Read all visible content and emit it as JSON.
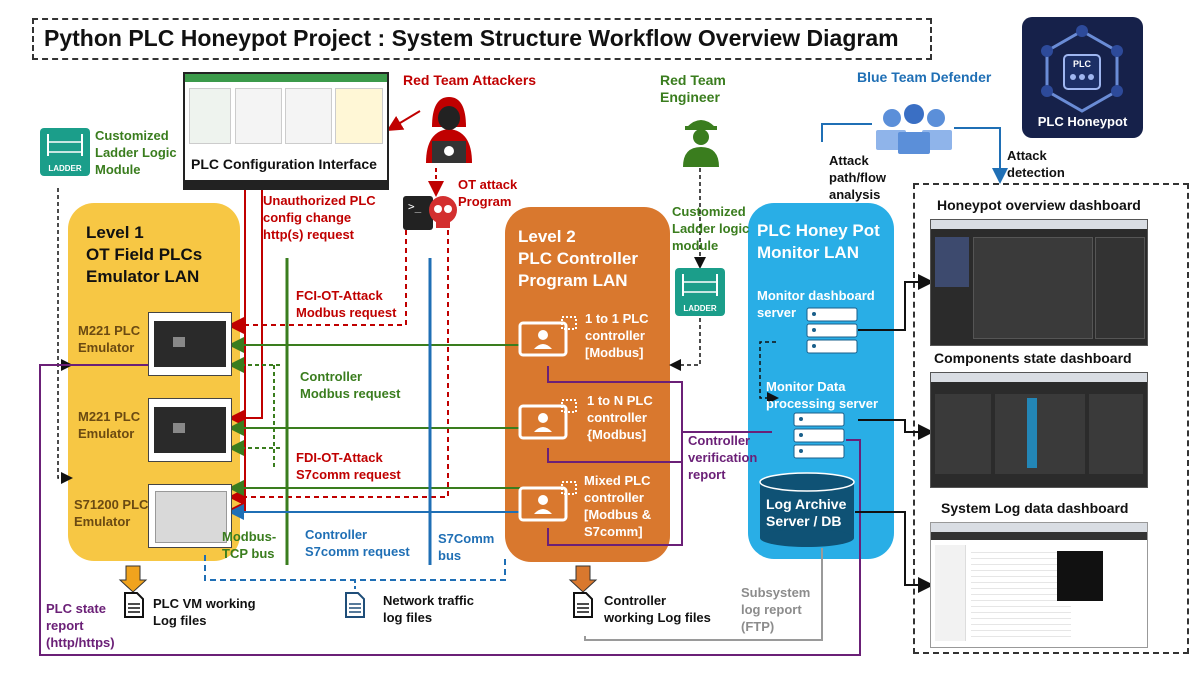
{
  "title": "Python PLC Honeypot Project : System Structure Workflow Overview Diagram",
  "logo": {
    "text": "PLC Honeypot"
  },
  "actors": {
    "red_team_attackers": "Red Team Attackers",
    "red_team_engineer_line1": "Red Team",
    "red_team_engineer_line2": "Engineer",
    "blue_team_defender": "Blue Team Defender"
  },
  "config_interface": {
    "label": "PLC Configuration Interface"
  },
  "ladder_module_left": {
    "line1": "Customized",
    "line2": "Ladder Logic",
    "line3": "Module",
    "icon_text": "LADDER"
  },
  "ladder_module_right": {
    "line1": "Customized",
    "line2": "Ladder logic",
    "line3": "module",
    "icon_text": "LADDER"
  },
  "unauthorized_request": {
    "line1": "Unauthorized PLC",
    "line2": "config change",
    "line3": "http(s) request"
  },
  "ot_attack_program": {
    "line1": "OT attack",
    "line2": "Program"
  },
  "level1": {
    "title_line1": "Level 1",
    "title_line2": "OT Field PLCs",
    "title_line3": "Emulator LAN",
    "plc1": {
      "line1": "M221 PLC",
      "line2": "Emulator"
    },
    "plc2": {
      "line1": "M221 PLC",
      "line2": "Emulator"
    },
    "plc3": {
      "line1": "S71200 PLC",
      "line2": "Emulator"
    }
  },
  "level2": {
    "title_line1": "Level 2",
    "title_line2": "PLC Controller",
    "title_line3": "Program LAN",
    "ctrl1": {
      "line1": "1 to 1 PLC",
      "line2": "controller",
      "line3": "[Modbus]"
    },
    "ctrl2": {
      "line1": "1 to N PLC",
      "line2": "controller",
      "line3": "{Modbus]"
    },
    "ctrl3": {
      "line1": "Mixed PLC",
      "line2": "controller",
      "line3": "[Modbus &",
      "line4": "S7comm]"
    }
  },
  "monitor_lan": {
    "title_line1": "PLC Honey Pot",
    "title_line2": "Monitor LAN",
    "dashboard_server_line1": "Monitor dashboard",
    "dashboard_server_line2": "server",
    "data_server_line1": "Monitor Data",
    "data_server_line2": "processing server",
    "db_line1": "Log Archive",
    "db_line2": "Server / DB"
  },
  "flows": {
    "fci_line1": "FCI-OT-Attack",
    "fci_line2": "Modbus request",
    "ctrl_modbus_line1": "Controller",
    "ctrl_modbus_line2": "Modbus request",
    "fdi_line1": "FDI-OT-Attack",
    "fdi_line2": "S7comm request",
    "modbus_bus_line1": "Modbus-",
    "modbus_bus_line2": "TCP bus",
    "ctrl_s7_line1": "Controller",
    "ctrl_s7_line2": "S7comm request",
    "s7_bus_line1": "S7Comm",
    "s7_bus_line2": "bus",
    "verification_line1": "Controller",
    "verification_line2": "verification",
    "verification_line3": "report",
    "attack_path_line1": "Attack",
    "attack_path_line2": "path/flow",
    "attack_path_line3": "analysis",
    "attack_detection_line1": "Attack",
    "attack_detection_line2": "detection",
    "plc_state_line1": "PLC state",
    "plc_state_line2": "report",
    "plc_state_line3": "(http/https)",
    "subsystem_line1": "Subsystem",
    "subsystem_line2": "log report",
    "subsystem_line3": "(FTP)"
  },
  "log_files": {
    "plc_vm_line1": "PLC VM working",
    "plc_vm_line2": "Log files",
    "network_line1": "Network traffic",
    "network_line2": "log files",
    "controller_line1": "Controller",
    "controller_line2": "working Log files"
  },
  "dashboards": {
    "overview": "Honeypot overview dashboard",
    "components": "Components state dashboard",
    "syslog": "System Log data dashboard"
  },
  "colors": {
    "attack_red": "#c00000",
    "modbus_green": "#3a7d1e",
    "s7_blue": "#1f6fb5",
    "report_purple": "#6b2077",
    "level1_yellow": "#f7c744",
    "level2_orange": "#d9782e",
    "monitor_blue": "#29aee6"
  }
}
